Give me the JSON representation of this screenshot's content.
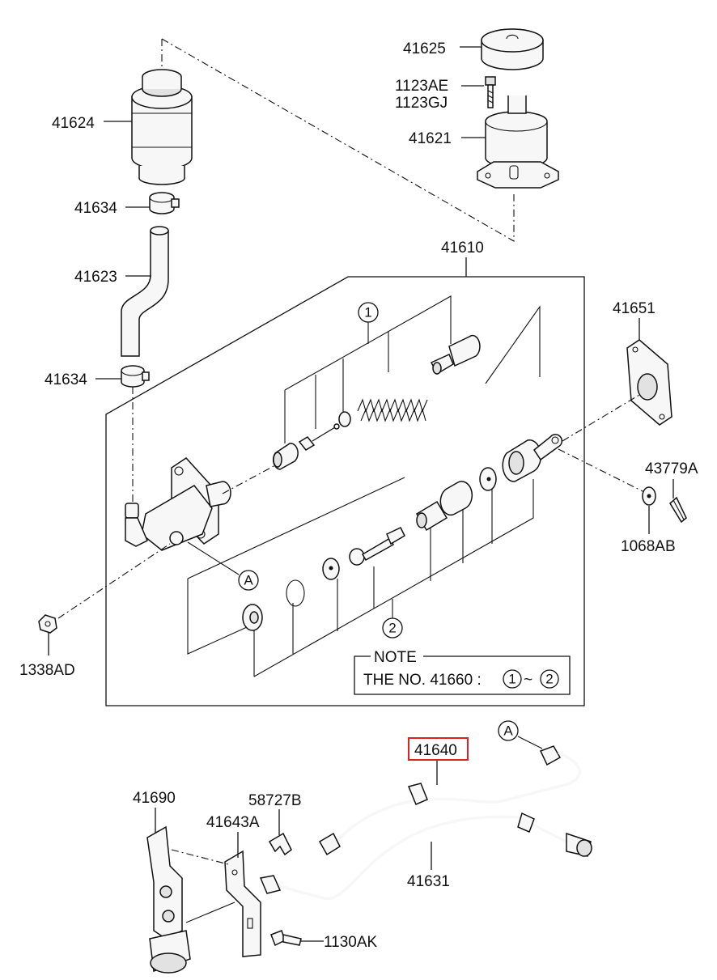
{
  "parts": {
    "p41625": "41625",
    "p1123AE": "1123AE",
    "p1123GJ": "1123GJ",
    "p41621": "41621",
    "p41624": "41624",
    "p41634_top": "41634",
    "p41623": "41623",
    "p41634_bottom": "41634",
    "p41610": "41610",
    "p41651": "41651",
    "p43779A": "43779A",
    "p1068AB": "1068AB",
    "p1338AD": "1338AD",
    "p41640": "41640",
    "p41690": "41690",
    "p41643A": "41643A",
    "p58727B": "58727B",
    "p41631": "41631",
    "p1130AK": "1130AK"
  },
  "callouts": {
    "kit1": "1",
    "kit2": "2",
    "refA_upper": "A",
    "refA_lower": "A"
  },
  "note": {
    "title": "NOTE",
    "text": "THE NO. 41660 :",
    "range_start": "1",
    "range_sep": "~",
    "range_end": "2"
  },
  "colors": {
    "highlight": "#e02020",
    "line": "#111111"
  }
}
